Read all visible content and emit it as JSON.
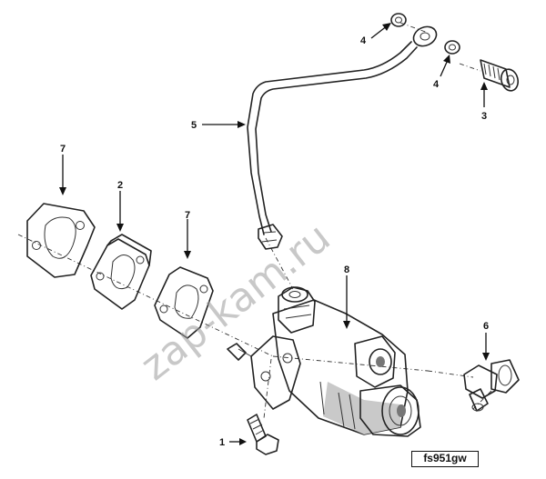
{
  "watermark": "zap-kam.ru",
  "figure_code": "fs951gw",
  "callouts": {
    "c1": "1",
    "c2": "2",
    "c3": "3",
    "c4a": "4",
    "c4b": "4",
    "c5": "5",
    "c6": "6",
    "c7a": "7",
    "c7b": "7",
    "c8": "8"
  }
}
